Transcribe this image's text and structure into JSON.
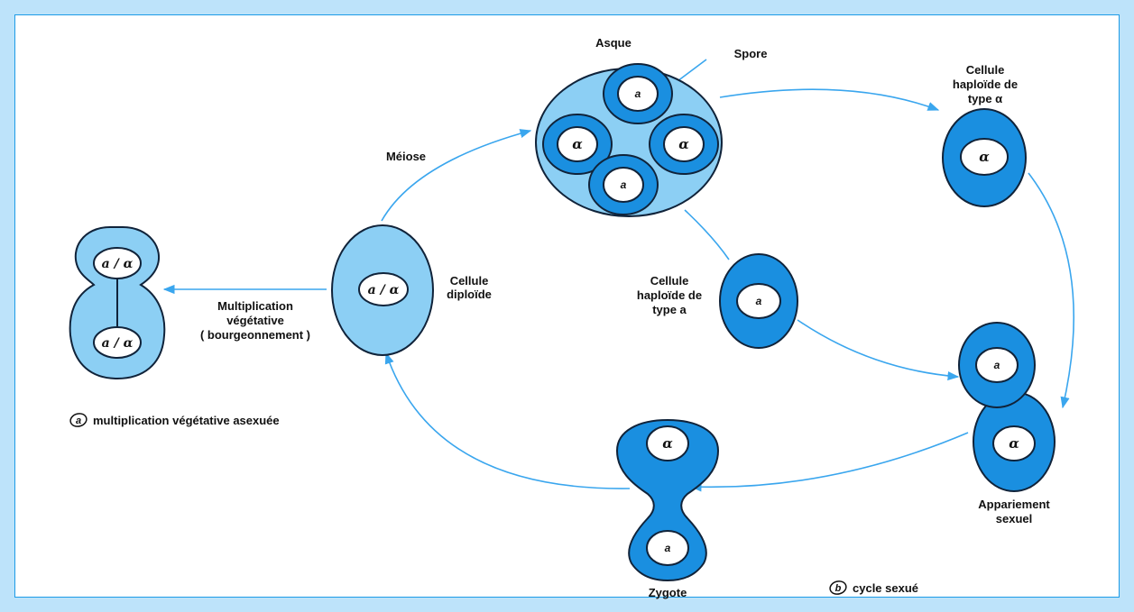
{
  "labels": {
    "asque": "Asque",
    "spore": "Spore",
    "meiose": "Méiose",
    "cellule_diploide_1": "Cellule",
    "cellule_diploide_2": "diploïde",
    "haploide_alpha_1": "Cellule",
    "haploide_alpha_2": "haploïde de",
    "haploide_alpha_3": "type α",
    "haploide_a_1": "Cellule",
    "haploide_a_2": "haploïde de",
    "haploide_a_3": "type a",
    "multiplication_1": "Multiplication",
    "multiplication_2": "végétative",
    "multiplication_3": "( bourgeonnement )",
    "appariement_1": "Appariement",
    "appariement_2": "sexuel",
    "zygote": "Zygote"
  },
  "captions": {
    "a_marker": "a",
    "a_text": "multiplication végétative asexuée",
    "b_marker": "b",
    "b_text": "cycle sexué"
  },
  "nuclei": {
    "alpha": "α",
    "a": "a",
    "diploid": "a / α"
  },
  "colors": {
    "dark_cell": "#1a8fe0",
    "light_cell": "#8ccff4",
    "arrow": "#3aa6ee",
    "frame": "#bde3fa"
  }
}
